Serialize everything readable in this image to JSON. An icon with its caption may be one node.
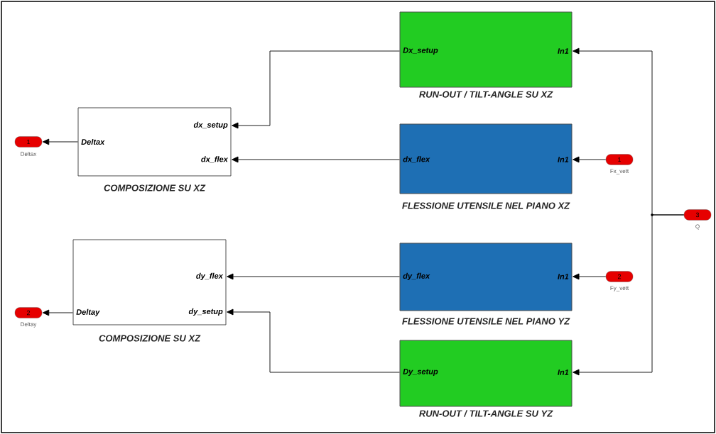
{
  "diagram": {
    "nodes": [
      {
        "text": [
          "Dx_setup",
          "In1",
          "RUN-OUT / TILT-ANGLE SU XZ"
        ]
      },
      {
        "text": [
          "dx_setup",
          "dx_flex",
          "Deltax",
          "COMPOSIZIONE SU XZ"
        ]
      },
      {
        "text": [
          "dx_flex",
          "In1",
          "FLESSIONE UTENSILE NEL PIANO XZ"
        ]
      },
      {
        "text": [
          "1"
        ],
        "beside": [
          "Deltax"
        ]
      },
      {
        "text": [
          "1"
        ],
        "beside": [
          "Fx_vett"
        ]
      },
      {
        "text": [
          "3"
        ],
        "beside": [
          "Q"
        ]
      },
      {
        "text": [
          "dy_flex",
          "In1",
          "FLESSIONE UTENSILE NEL PIANO YZ"
        ]
      },
      {
        "text": [
          "dy_flex",
          "dy_setup",
          "Deltay",
          "COMPOSIZIONE SU XZ"
        ]
      },
      {
        "text": [
          "2"
        ],
        "beside": [
          "Deltay"
        ]
      },
      {
        "text": [
          "2"
        ],
        "beside": [
          "Fy_vett"
        ]
      },
      {
        "text": [
          "Dy_setup",
          "In1",
          "RUN-OUT / TILT-ANGLE SU YZ"
        ]
      }
    ],
    "edges": [
      {
        "from": 0,
        "to": 1,
        "arrow": "to"
      },
      {
        "from": 2,
        "to": 1,
        "arrow": "to"
      },
      {
        "from": 1,
        "to": 3,
        "arrow": "to"
      },
      {
        "from": 4,
        "to": 2,
        "arrow": "to"
      },
      {
        "from": 5,
        "to": 0,
        "arrow": "to"
      },
      {
        "from": 5,
        "to": 10,
        "arrow": "to"
      },
      {
        "from": 9,
        "to": 6,
        "arrow": "to"
      },
      {
        "from": 6,
        "to": 7,
        "arrow": "to"
      },
      {
        "from": 10,
        "to": 7,
        "arrow": "to"
      },
      {
        "from": 7,
        "to": 8,
        "arrow": "to"
      }
    ]
  }
}
